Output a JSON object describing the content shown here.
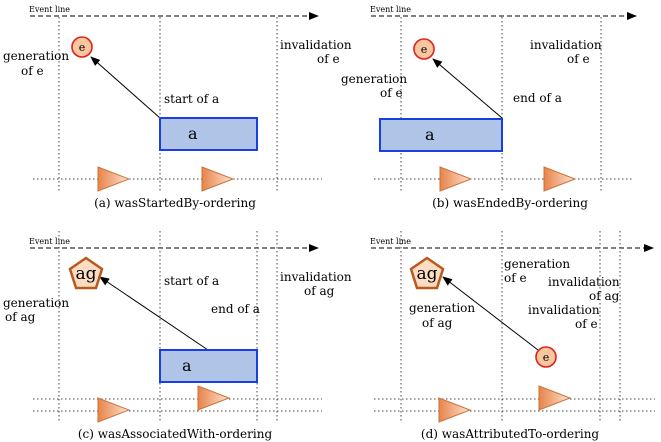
{
  "panels": {
    "a": {
      "event_line": "Event line",
      "label_generation": [
        "generation",
        "of e"
      ],
      "label_invalidation": [
        "invalidation",
        "of e"
      ],
      "label_start": "start of a",
      "entity": "e",
      "activity": "a",
      "caption": "(a) wasStartedBy-ordering"
    },
    "b": {
      "event_line": "Event line",
      "label_generation": [
        "generation",
        "of e"
      ],
      "label_invalidation": [
        "invalidation",
        "of e"
      ],
      "label_end": "end of a",
      "entity": "e",
      "activity": "a",
      "caption": "(b) wasEndedBy-ordering"
    },
    "c": {
      "event_line": "Event line",
      "label_generation": [
        "generation",
        "of ag"
      ],
      "label_invalidation": [
        "invalidation",
        "of ag"
      ],
      "label_start": "start of a",
      "label_end": "end of a",
      "agent": "ag",
      "activity": "a",
      "caption": "(c) wasAssociatedWith-ordering"
    },
    "d": {
      "event_line": "Event line",
      "label_gen_ag": [
        "generation",
        "of ag"
      ],
      "label_gen_e": [
        "generation",
        "of e"
      ],
      "label_inv_ag": [
        "invalidation",
        "of ag"
      ],
      "label_inv_e": [
        "invalidation",
        "of e"
      ],
      "agent": "ag",
      "entity": "e",
      "caption": "(d) wasAttributedTo-ordering"
    }
  }
}
